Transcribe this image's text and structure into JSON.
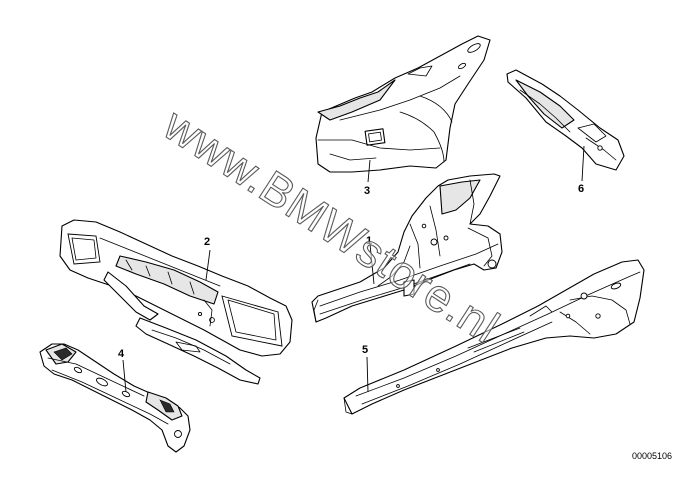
{
  "diagram": {
    "callouts": [
      {
        "id": "1",
        "label": "1"
      },
      {
        "id": "2",
        "label": "2"
      },
      {
        "id": "3",
        "label": "3"
      },
      {
        "id": "4",
        "label": "4"
      },
      {
        "id": "5",
        "label": "5"
      },
      {
        "id": "6",
        "label": "6"
      }
    ],
    "document_number": "00005106",
    "watermark": "www.BMWstore.nl"
  }
}
